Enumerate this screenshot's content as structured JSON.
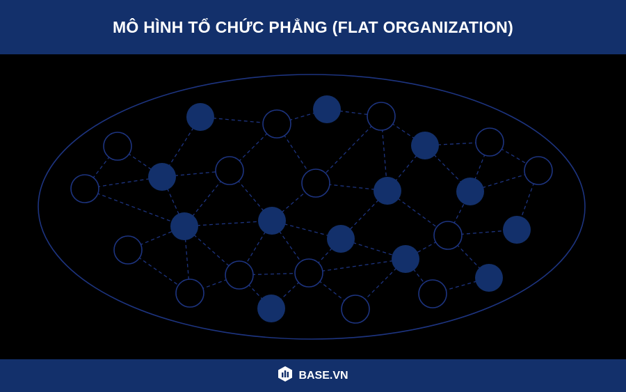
{
  "header": {
    "title": "MÔ HÌNH TỔ CHỨC PHẲNG (FLAT ORGANIZATION)"
  },
  "footer": {
    "brand": "BASE.VN",
    "logo_icon": "base-hexagon-logo"
  },
  "colors": {
    "header_bg": "#13306b",
    "background": "#000000",
    "line": "#1d3480",
    "node_filled": "#13306b"
  },
  "diagram": {
    "type": "network",
    "node_states": [
      "filled",
      "empty",
      "filled",
      "empty",
      "empty",
      "filled",
      "filled",
      "empty",
      "empty",
      "filled",
      "empty",
      "filled",
      "filled",
      "empty",
      "filled",
      "empty",
      "empty",
      "filled",
      "empty",
      "filled",
      "empty",
      "filled",
      "empty",
      "empty",
      "filled",
      "filled",
      "empty"
    ]
  }
}
